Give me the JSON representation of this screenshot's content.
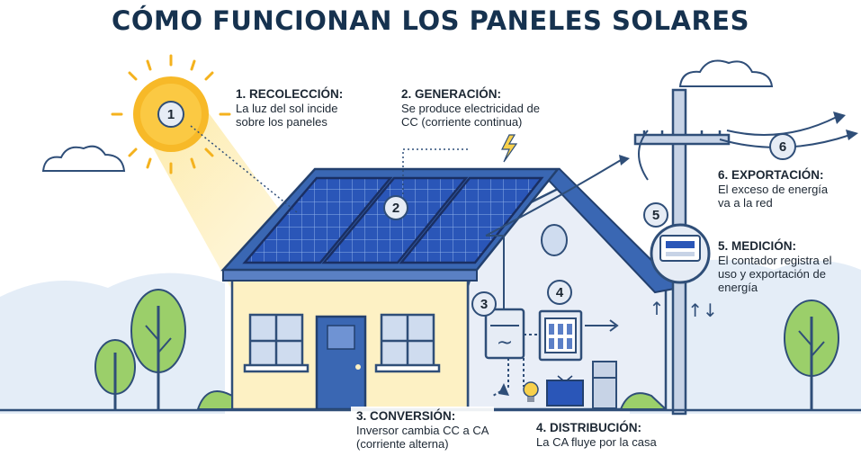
{
  "title": "CÓMO FUNCIONAN LOS PANELES SOLARES",
  "steps": [
    {
      "num": "1",
      "heading": "1. RECOLECCIÓN:",
      "lines": [
        "La luz del sol incide",
        "sobre los paneles"
      ]
    },
    {
      "num": "2",
      "heading": "2. GENERACIÓN:",
      "lines": [
        "Se produce electricidad de",
        "CC (corriente continua)"
      ]
    },
    {
      "num": "3",
      "heading": "3. CONVERSIÓN:",
      "lines": [
        "Inversor cambia CC a CA",
        "(corriente alterna)"
      ]
    },
    {
      "num": "4",
      "heading": "4. DISTRIBUCIÓN:",
      "lines": [
        "La CA fluye por la casa"
      ]
    },
    {
      "num": "5",
      "heading": "5. MEDICIÓN:",
      "lines": [
        "El contador registra el",
        "uso y exportación de",
        "energía"
      ]
    },
    {
      "num": "6",
      "heading": "6. EXPORTACIÓN:",
      "lines": [
        "El exceso de energía",
        "va a la red"
      ]
    }
  ],
  "symbols": {
    "ac_wave": "~",
    "up_arrow": "↑",
    "bidirectional_arrows": "↑↓"
  },
  "icons": [
    "sun-icon",
    "lightning-icon",
    "cloud-icon",
    "tree-icon",
    "lightbulb-icon",
    "tv-icon",
    "fridge-icon",
    "utility-pole-icon",
    "meter-icon"
  ],
  "colors": {
    "title": "#16324f",
    "panel": "#2a56b8",
    "roof": "#3a67b3",
    "house_wall": "#fdf1c4",
    "house_side": "#e9eef7",
    "sun": "#f7b928",
    "badge": "#5b7fc7",
    "sky_tint": "#e4edf7"
  }
}
